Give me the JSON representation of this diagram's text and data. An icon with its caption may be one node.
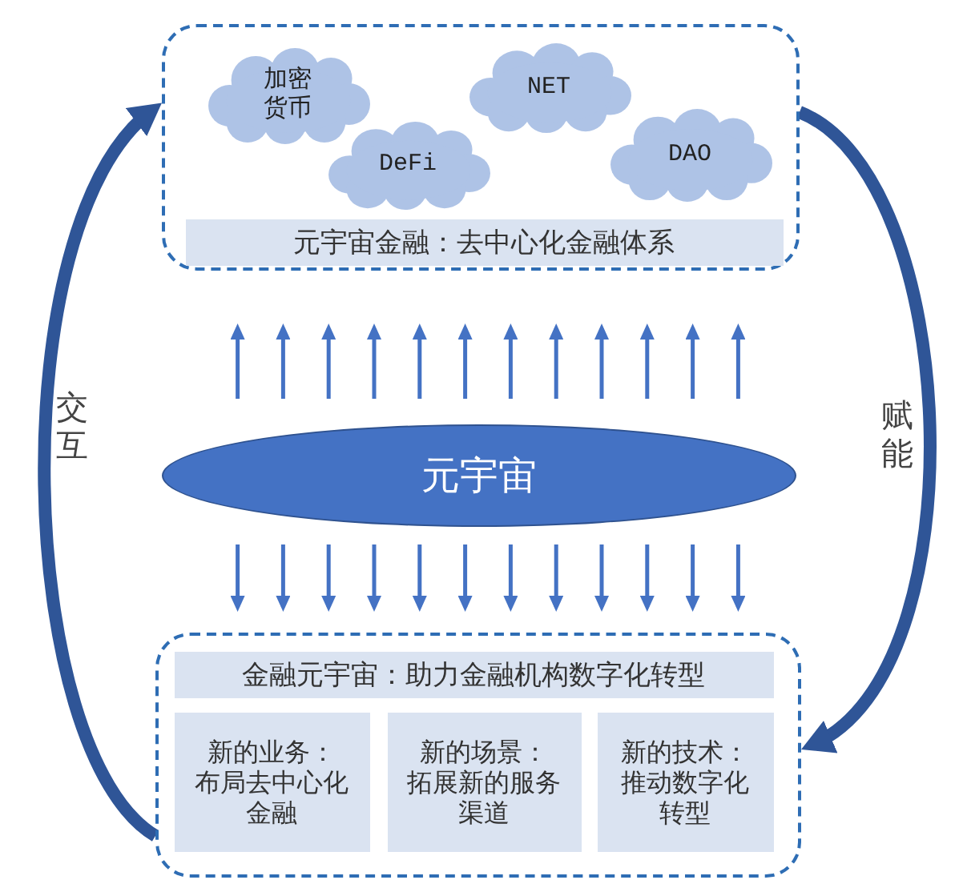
{
  "diagram": {
    "nodes": [
      {
        "text": [],
        "shape": "box"
      },
      {
        "text": [
          "加密货币"
        ],
        "in": 0
      },
      {
        "text": [
          "NET"
        ],
        "in": 0
      },
      {
        "text": [
          "DeFi"
        ],
        "in": 0
      },
      {
        "text": [
          "DAO"
        ],
        "in": 0
      },
      {
        "text": [
          "元宇宙金融：去中心化金融体系"
        ],
        "in": 0
      },
      {
        "text": [
          "元宇宙"
        ]
      },
      {
        "text": [],
        "shape": "box"
      },
      {
        "text": [
          "金融元宇宙：助力金融机构数字化转型"
        ],
        "in": 7
      },
      {
        "text": [
          "新的业务：",
          "布局去中心化金融"
        ],
        "in": 7
      },
      {
        "text": [
          "新的场景：",
          "拓展新的服务渠道"
        ],
        "in": 7
      },
      {
        "text": [
          "新的技术：",
          "推动数字化转型"
        ],
        "in": 7
      }
    ],
    "edges": [
      {
        "from": 7,
        "to": 0,
        "arrow": "to",
        "label": "交互",
        "style": "thick",
        "color": "#2f5597"
      },
      {
        "from": 0,
        "to": 7,
        "arrow": "to",
        "label": "赋能",
        "style": "thick",
        "color": "#2f5597"
      },
      {
        "from": 6,
        "to": 0,
        "arrow": "to"
      },
      {
        "from": 6,
        "to": 0,
        "arrow": "to"
      },
      {
        "from": 6,
        "to": 0,
        "arrow": "to"
      },
      {
        "from": 6,
        "to": 0,
        "arrow": "to"
      },
      {
        "from": 6,
        "to": 0,
        "arrow": "to"
      },
      {
        "from": 6,
        "to": 0,
        "arrow": "to"
      },
      {
        "from": 6,
        "to": 0,
        "arrow": "to"
      },
      {
        "from": 6,
        "to": 0,
        "arrow": "to"
      },
      {
        "from": 6,
        "to": 0,
        "arrow": "to"
      },
      {
        "from": 6,
        "to": 0,
        "arrow": "to"
      },
      {
        "from": 6,
        "to": 0,
        "arrow": "to"
      },
      {
        "from": 6,
        "to": 0,
        "arrow": "to"
      },
      {
        "from": 6,
        "to": 7,
        "arrow": "to"
      },
      {
        "from": 6,
        "to": 7,
        "arrow": "to"
      },
      {
        "from": 6,
        "to": 7,
        "arrow": "to"
      },
      {
        "from": 6,
        "to": 7,
        "arrow": "to"
      },
      {
        "from": 6,
        "to": 7,
        "arrow": "to"
      },
      {
        "from": 6,
        "to": 7,
        "arrow": "to"
      },
      {
        "from": 6,
        "to": 7,
        "arrow": "to"
      },
      {
        "from": 6,
        "to": 7,
        "arrow": "to"
      },
      {
        "from": 6,
        "to": 7,
        "arrow": "to"
      },
      {
        "from": 6,
        "to": 7,
        "arrow": "to"
      },
      {
        "from": 6,
        "to": 7,
        "arrow": "to"
      },
      {
        "from": 6,
        "to": 7,
        "arrow": "to"
      }
    ]
  }
}
